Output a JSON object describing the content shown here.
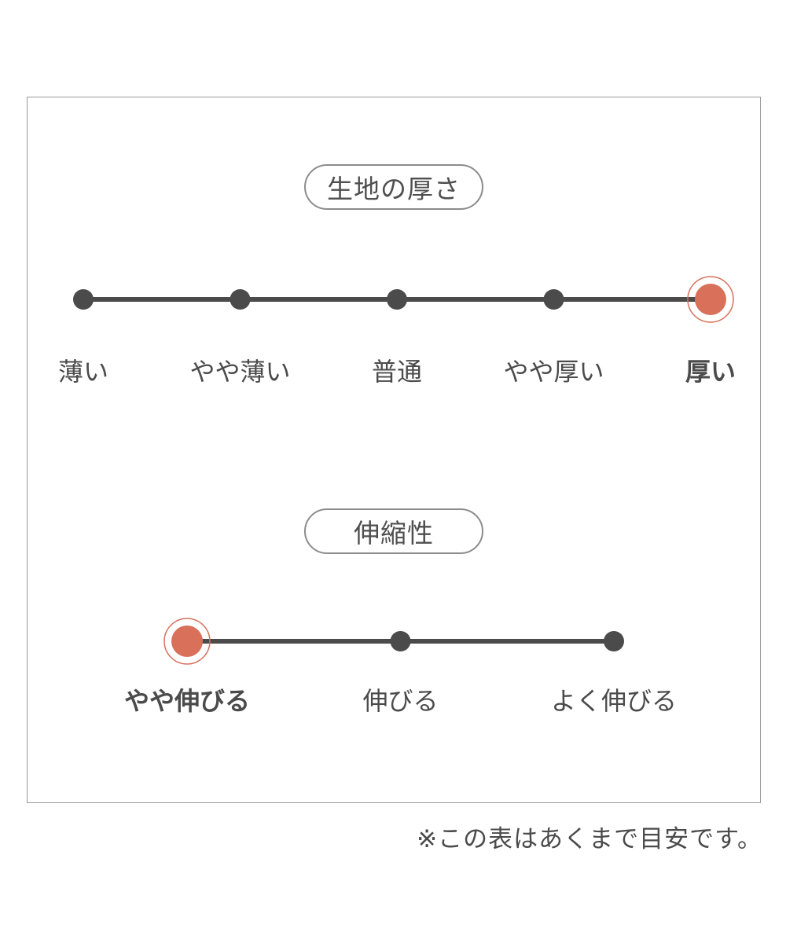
{
  "colors": {
    "ink": "#4b4b4b",
    "accent": "#d8705a",
    "box_border": "#9a9a9a",
    "pill_border": "#8c8c8c"
  },
  "footnote": "※この表はあくまで目安です。",
  "chart_data": [
    {
      "type": "rating-scale",
      "title": "生地の厚さ",
      "categories": [
        "薄い",
        "やや薄い",
        "普通",
        "やや厚い",
        "厚い"
      ],
      "selected": "厚い",
      "selected_index": 4
    },
    {
      "type": "rating-scale",
      "title": "伸縮性",
      "categories": [
        "やや伸びる",
        "伸びる",
        "よく伸びる"
      ],
      "selected": "やや伸びる",
      "selected_index": 0
    }
  ]
}
